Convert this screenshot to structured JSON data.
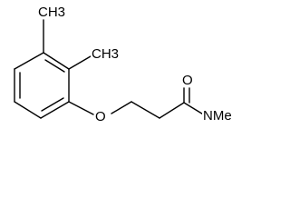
{
  "molecule": {
    "atoms": {
      "methyl_top": "CH3",
      "methyl_right": "CH3",
      "ether_oxygen": "O",
      "carbonyl_oxygen": "O",
      "amide_nitrogen": "N",
      "n_methyl": "Me"
    },
    "colors": {
      "bond": "#000000",
      "label": "#000000",
      "background": "#ffffff"
    }
  }
}
